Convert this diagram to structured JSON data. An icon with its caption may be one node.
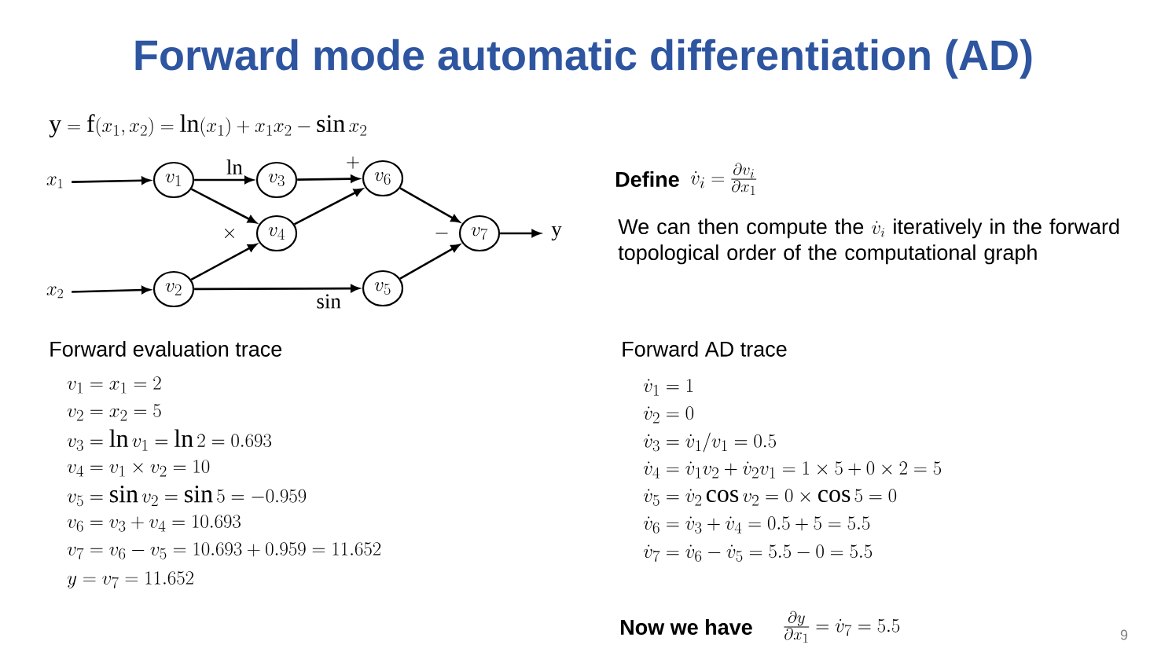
{
  "diagram": {
    "title": "Forward mode automatic differentiation (AD)",
    "nodes": [
      {
        "text": [
          "x_1"
        ]
      },
      {
        "text": [
          "v_1"
        ]
      },
      {
        "text": [
          "v_3"
        ]
      },
      {
        "text": [
          "v_6"
        ],
        "beside": [
          "+"
        ]
      },
      {
        "text": [
          "v_4"
        ],
        "beside": [
          "\\times"
        ]
      },
      {
        "text": [
          "v_7"
        ],
        "beside": [
          "-"
        ]
      },
      {
        "text": [
          "\\mathrm{y}"
        ]
      },
      {
        "text": [
          "x_2"
        ]
      },
      {
        "text": [
          "v_2"
        ]
      },
      {
        "text": [
          "v_5"
        ]
      }
    ],
    "edges": [
      {
        "from": 0,
        "to": 1,
        "arrow": "to"
      },
      {
        "from": 7,
        "to": 8,
        "arrow": "to"
      },
      {
        "from": 1,
        "to": 2,
        "arrow": "to",
        "label": "\\ln"
      },
      {
        "from": 1,
        "to": 4,
        "arrow": "to"
      },
      {
        "from": 8,
        "to": 4,
        "arrow": "to"
      },
      {
        "from": 8,
        "to": 9,
        "arrow": "to",
        "label": "\\sin"
      },
      {
        "from": 2,
        "to": 3,
        "arrow": "to"
      },
      {
        "from": 4,
        "to": 3,
        "arrow": "to"
      },
      {
        "from": 3,
        "to": 5,
        "arrow": "to"
      },
      {
        "from": 9,
        "to": 5,
        "arrow": "to"
      },
      {
        "from": 5,
        "to": 6,
        "arrow": "to"
      }
    ],
    "labels": [
      "\\mathrm{y} = \\mathrm{f}(x_1, x_2) = \\ln(x_1) + x_1 x_2 - \\sin x_2",
      "Define",
      "\\dot{v}_i = \\frac{\\partial v_i}{\\partial x_1}",
      "We can then compute the",
      "\\dot{v}_i",
      "iteratively in the forward topological order of the computational graph",
      "Forward evaluation trace",
      "Forward AD trace",
      "v_1 = x_1 = 2",
      "v_2 = x_2 = 5",
      "v_3 = \\ln v_1 = \\ln 2 = 0.693",
      "v_4 = v_1 \\times v_2 = 10",
      "v_5 = \\sin v_2 = \\sin 5 = -0.959",
      "v_6 = v_3 + v_4 = 10.693",
      "v_7 = v_6 - v_5 = 10.693 + 0.959 = 11.652",
      "y = v_7 = 11.652",
      "\\dot{v}_1 = 1",
      "\\dot{v}_2 = 0",
      "\\dot{v}_3 = \\dot{v}_1 / v_1 = 0.5",
      "\\dot{v}_4 = \\dot{v}_1 v_2 + \\dot{v}_2 v_1 = 1 \\times 5 + 0 \\times 2 = 5",
      "\\dot{v}_5 = \\dot{v}_2 \\cos v_2 = 0 \\times \\cos 5 = 0",
      "\\dot{v}_6 = \\dot{v}_3 + \\dot{v}_4 = 0.5 + 5 = 5.5",
      "\\dot{v}_7 = \\dot{v}_6 - \\dot{v}_5 = 5.5 - 0 = 5.5",
      "Now we have",
      "\\frac{\\partial y}{\\partial x_1} = \\dot{v}_7 = 5.5",
      "9"
    ]
  }
}
